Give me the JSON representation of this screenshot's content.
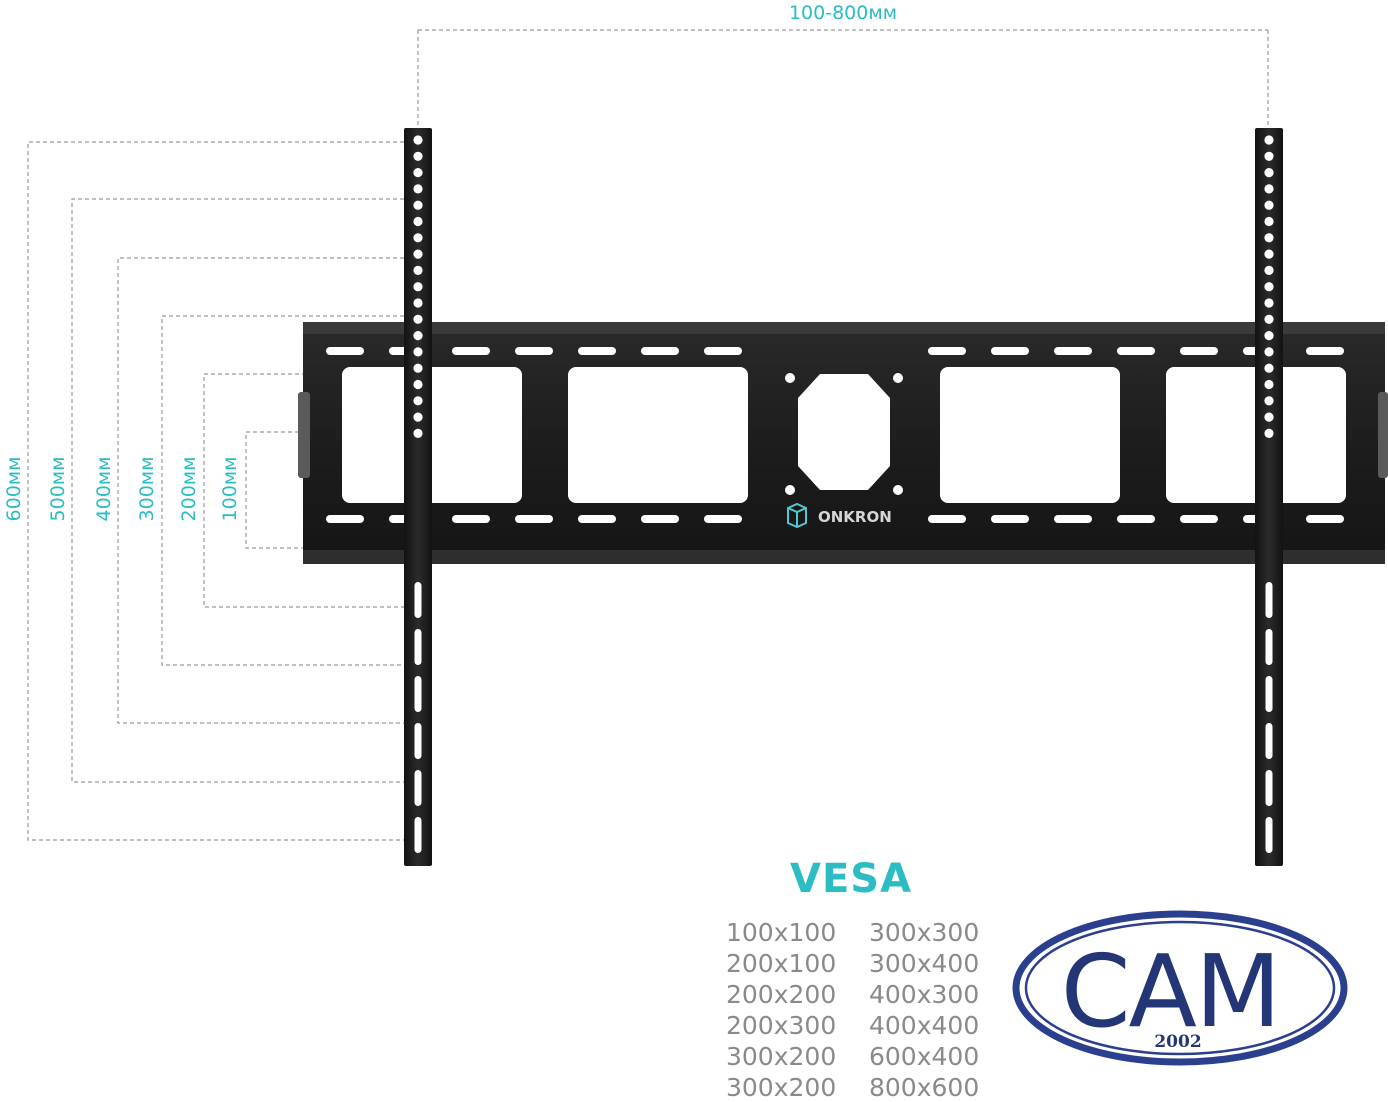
{
  "dimensions": {
    "horizontal": "100-800мм",
    "vertical": [
      "600мм",
      "500мм",
      "400мм",
      "300мм",
      "200мм",
      "100мм"
    ]
  },
  "brand": {
    "name": "ONKRON"
  },
  "vesa": {
    "title": "VESA",
    "sizes": [
      "100x100",
      "300x300",
      "200x100",
      "300x400",
      "200x200",
      "400x300",
      "200x300",
      "400x400",
      "300x200",
      "600x400",
      "300x200",
      "800x600"
    ]
  },
  "logo": {
    "text": "CAM",
    "year": "2002"
  },
  "colors": {
    "accent": "#2bbcc4",
    "bracket": "#1c1c1c",
    "dim_line": "#9a9a9a",
    "vesa_text": "#8a8a8a",
    "logo_blue": "#2b3f8f"
  },
  "icons": [
    "onkron-logo-icon",
    "cam-oval-logo"
  ]
}
